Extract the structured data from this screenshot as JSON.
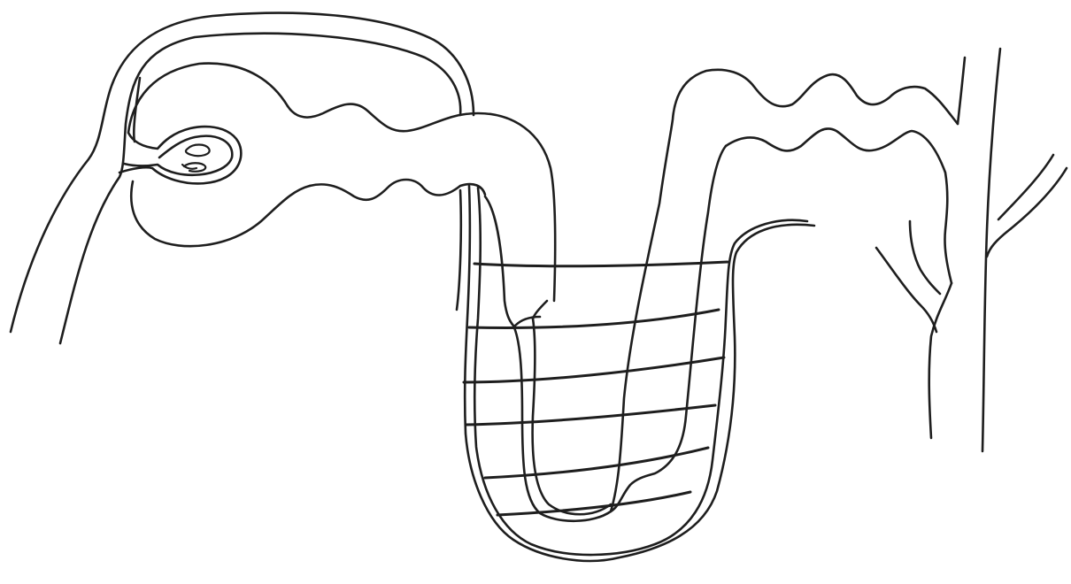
{
  "diagram": {
    "style": "hand-drawn line sketch, no text labels",
    "stroke_color": "#1e1e1e",
    "background_color": "#ffffff",
    "parts": [
      "afferent-tube",
      "glomerular-capsule",
      "glomerulus",
      "proximal-convoluted-tubule",
      "descending-limb",
      "ascending-limb",
      "loop-bottom",
      "capillary-network",
      "distal-convoluted-tubule",
      "collecting-duct",
      "branch-duct"
    ]
  }
}
